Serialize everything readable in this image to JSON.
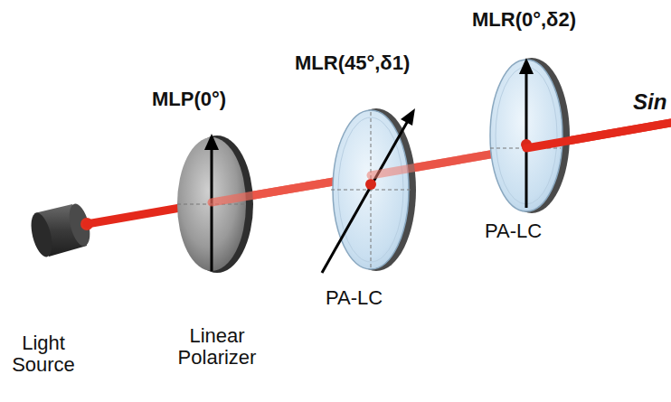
{
  "diagram": {
    "labels": [
      "MLP(0°)",
      "MLR(45°,δ1)",
      "MLR(0°,δ2)",
      "Sin",
      "PA-LC",
      "PA-LC",
      "Light Source",
      "Linear Polarizer"
    ]
  }
}
